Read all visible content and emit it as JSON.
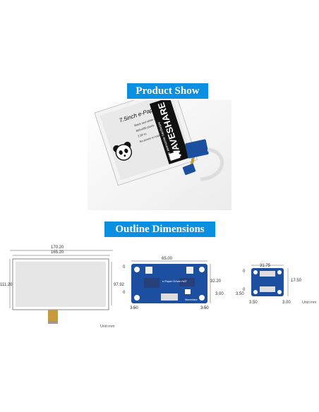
{
  "headers": {
    "product_show": "Product Show",
    "outline_dimensions": "Outline Dimensions"
  },
  "product_photo": {
    "display_title": "7.5inch e-Paper",
    "feature_lines": [
      "Black and white color",
      "800x480 pixels",
      "2.9P to",
      "No power to maintain display"
    ],
    "brand": "WAVESHARE",
    "slogan": "share awesome hardware"
  },
  "display_drawing": {
    "width_outer": "170.20",
    "width_inner": "165.20",
    "height_outer": "111.20",
    "height_inner": "97.92",
    "unit": "Unit:mm"
  },
  "hat_drawing": {
    "width": "65.00",
    "height": "32.20",
    "left_offset": "3.50",
    "right_offset": "3.50",
    "side_offset": "3.00",
    "top_offset": "0",
    "bottom_offset": "0",
    "board_label": "e-Paper Driver HAT",
    "brand_label": "Waveshare"
  },
  "adapter_drawing": {
    "width": "31.75",
    "height": "17.50",
    "left_offset": "3.50",
    "right_offset": "3.00",
    "side_offset": "3.50",
    "top_offset": "0",
    "bottom_offset": "0",
    "unit": "Unit:mm"
  },
  "colors": {
    "banner_blue": "#0b8fe0",
    "pcb_blue": "#1d4fa0",
    "epaper_grey": "#e6e6e6"
  }
}
